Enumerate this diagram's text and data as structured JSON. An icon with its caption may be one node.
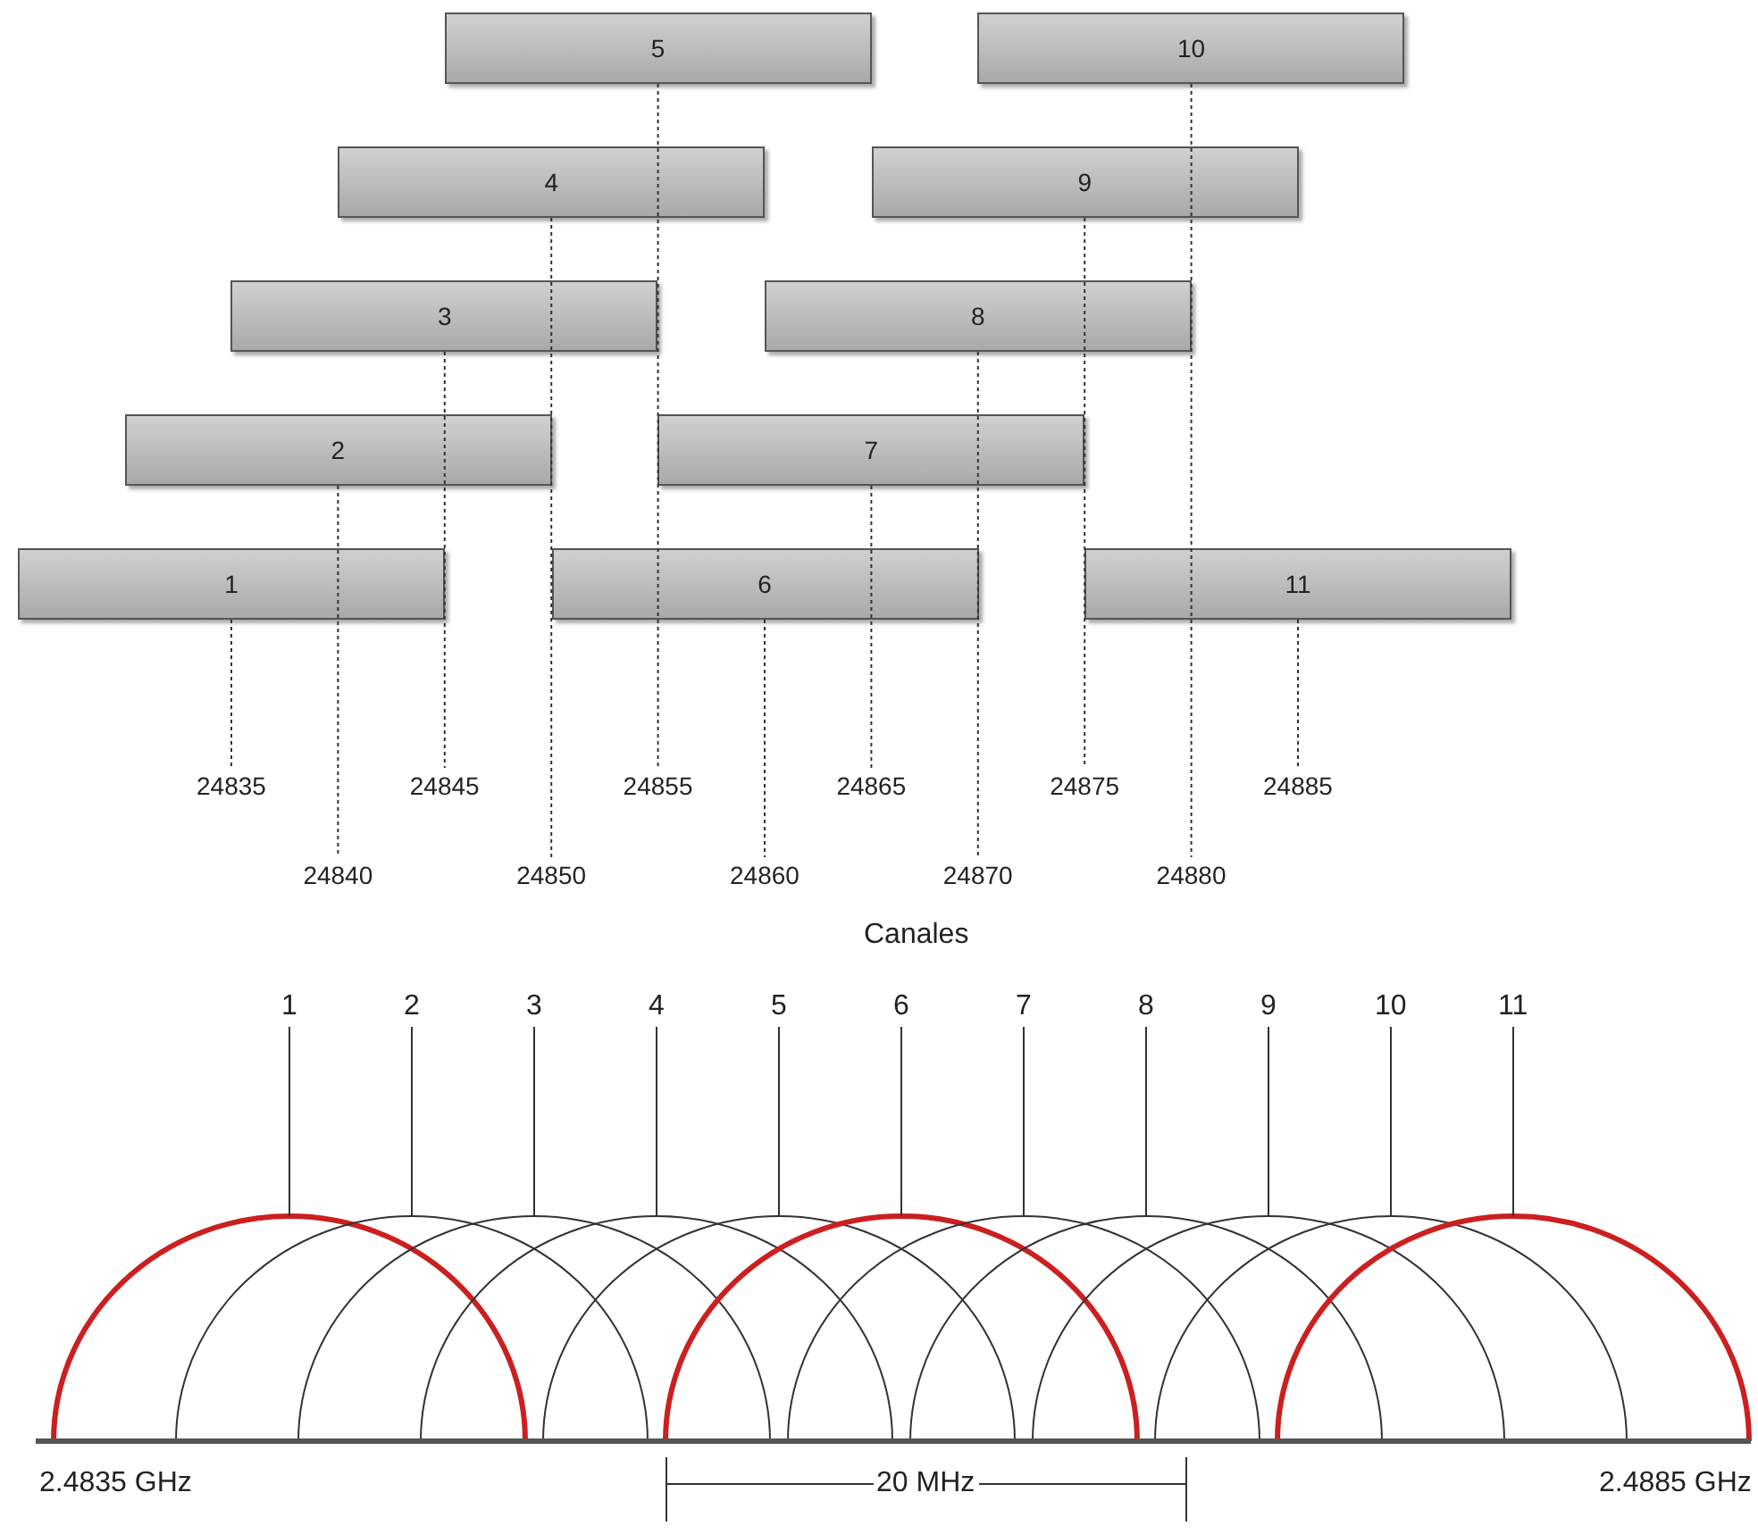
{
  "diagram": {
    "nodes": [
      {
        "text": [
          "5"
        ]
      },
      {
        "text": [
          "10"
        ]
      },
      {
        "text": [
          "4"
        ]
      },
      {
        "text": [
          "9"
        ]
      },
      {
        "text": [
          "3"
        ]
      },
      {
        "text": [
          "8"
        ]
      },
      {
        "text": [
          "2"
        ]
      },
      {
        "text": [
          "7"
        ]
      },
      {
        "text": [
          "1"
        ]
      },
      {
        "text": [
          "6"
        ]
      },
      {
        "text": [
          "11"
        ]
      },
      {
        "text": [
          "24835"
        ]
      },
      {
        "text": [
          "24845"
        ]
      },
      {
        "text": [
          "24855"
        ]
      },
      {
        "text": [
          "24865"
        ]
      },
      {
        "text": [
          "24875"
        ]
      },
      {
        "text": [
          "24885"
        ]
      },
      {
        "text": [
          "24840"
        ]
      },
      {
        "text": [
          "24850"
        ]
      },
      {
        "text": [
          "24860"
        ]
      },
      {
        "text": [
          "24870"
        ]
      },
      {
        "text": [
          "24880"
        ]
      },
      {
        "text": [
          "1"
        ]
      },
      {
        "text": [
          "2"
        ]
      },
      {
        "text": [
          "3"
        ]
      },
      {
        "text": [
          "4"
        ]
      },
      {
        "text": [
          "5"
        ]
      },
      {
        "text": [
          "6"
        ]
      },
      {
        "text": [
          "7"
        ]
      },
      {
        "text": [
          "8"
        ]
      },
      {
        "text": [
          "9"
        ]
      },
      {
        "text": [
          "10"
        ]
      },
      {
        "text": [
          "11"
        ]
      },
      {
        "text": [],
        "shape": "arc"
      },
      {
        "text": [],
        "shape": "arc"
      },
      {
        "text": [],
        "shape": "arc"
      },
      {
        "text": [],
        "shape": "arc"
      },
      {
        "text": [],
        "shape": "arc"
      },
      {
        "text": [],
        "shape": "arc"
      },
      {
        "text": [],
        "shape": "arc"
      },
      {
        "text": [],
        "shape": "arc"
      },
      {
        "text": [],
        "shape": "arc"
      },
      {
        "text": [],
        "shape": "arc"
      },
      {
        "text": [],
        "shape": "arc"
      }
    ],
    "edges": [
      {
        "from": 8,
        "to": 11,
        "arrow": "none",
        "style": "dashed"
      },
      {
        "from": 6,
        "to": 17,
        "arrow": "none",
        "style": "dashed"
      },
      {
        "from": 4,
        "to": 12,
        "arrow": "none",
        "style": "dashed"
      },
      {
        "from": 2,
        "to": 18,
        "arrow": "none",
        "style": "dashed"
      },
      {
        "from": 0,
        "to": 13,
        "arrow": "none",
        "style": "dashed"
      },
      {
        "from": 9,
        "to": 19,
        "arrow": "none",
        "style": "dashed"
      },
      {
        "from": 7,
        "to": 14,
        "arrow": "none",
        "style": "dashed"
      },
      {
        "from": 5,
        "to": 20,
        "arrow": "none",
        "style": "dashed"
      },
      {
        "from": 3,
        "to": 15,
        "arrow": "none",
        "style": "dashed"
      },
      {
        "from": 1,
        "to": 21,
        "arrow": "none",
        "style": "dashed"
      },
      {
        "from": 10,
        "to": 16,
        "arrow": "none",
        "style": "dashed"
      },
      {
        "from": 22,
        "to": 33,
        "arrow": "none"
      },
      {
        "from": 23,
        "to": 34,
        "arrow": "none"
      },
      {
        "from": 24,
        "to": 35,
        "arrow": "none"
      },
      {
        "from": 25,
        "to": 36,
        "arrow": "none"
      },
      {
        "from": 26,
        "to": 37,
        "arrow": "none"
      },
      {
        "from": 27,
        "to": 38,
        "arrow": "none"
      },
      {
        "from": 28,
        "to": 39,
        "arrow": "none"
      },
      {
        "from": 29,
        "to": 40,
        "arrow": "none"
      },
      {
        "from": 30,
        "to": 41,
        "arrow": "none"
      },
      {
        "from": 31,
        "to": 42,
        "arrow": "none"
      },
      {
        "from": 32,
        "to": 43,
        "arrow": "none"
      }
    ],
    "labels": [
      "Canales",
      "2.4835 GHz",
      "20 MHz",
      "2.4885 GHz"
    ]
  }
}
